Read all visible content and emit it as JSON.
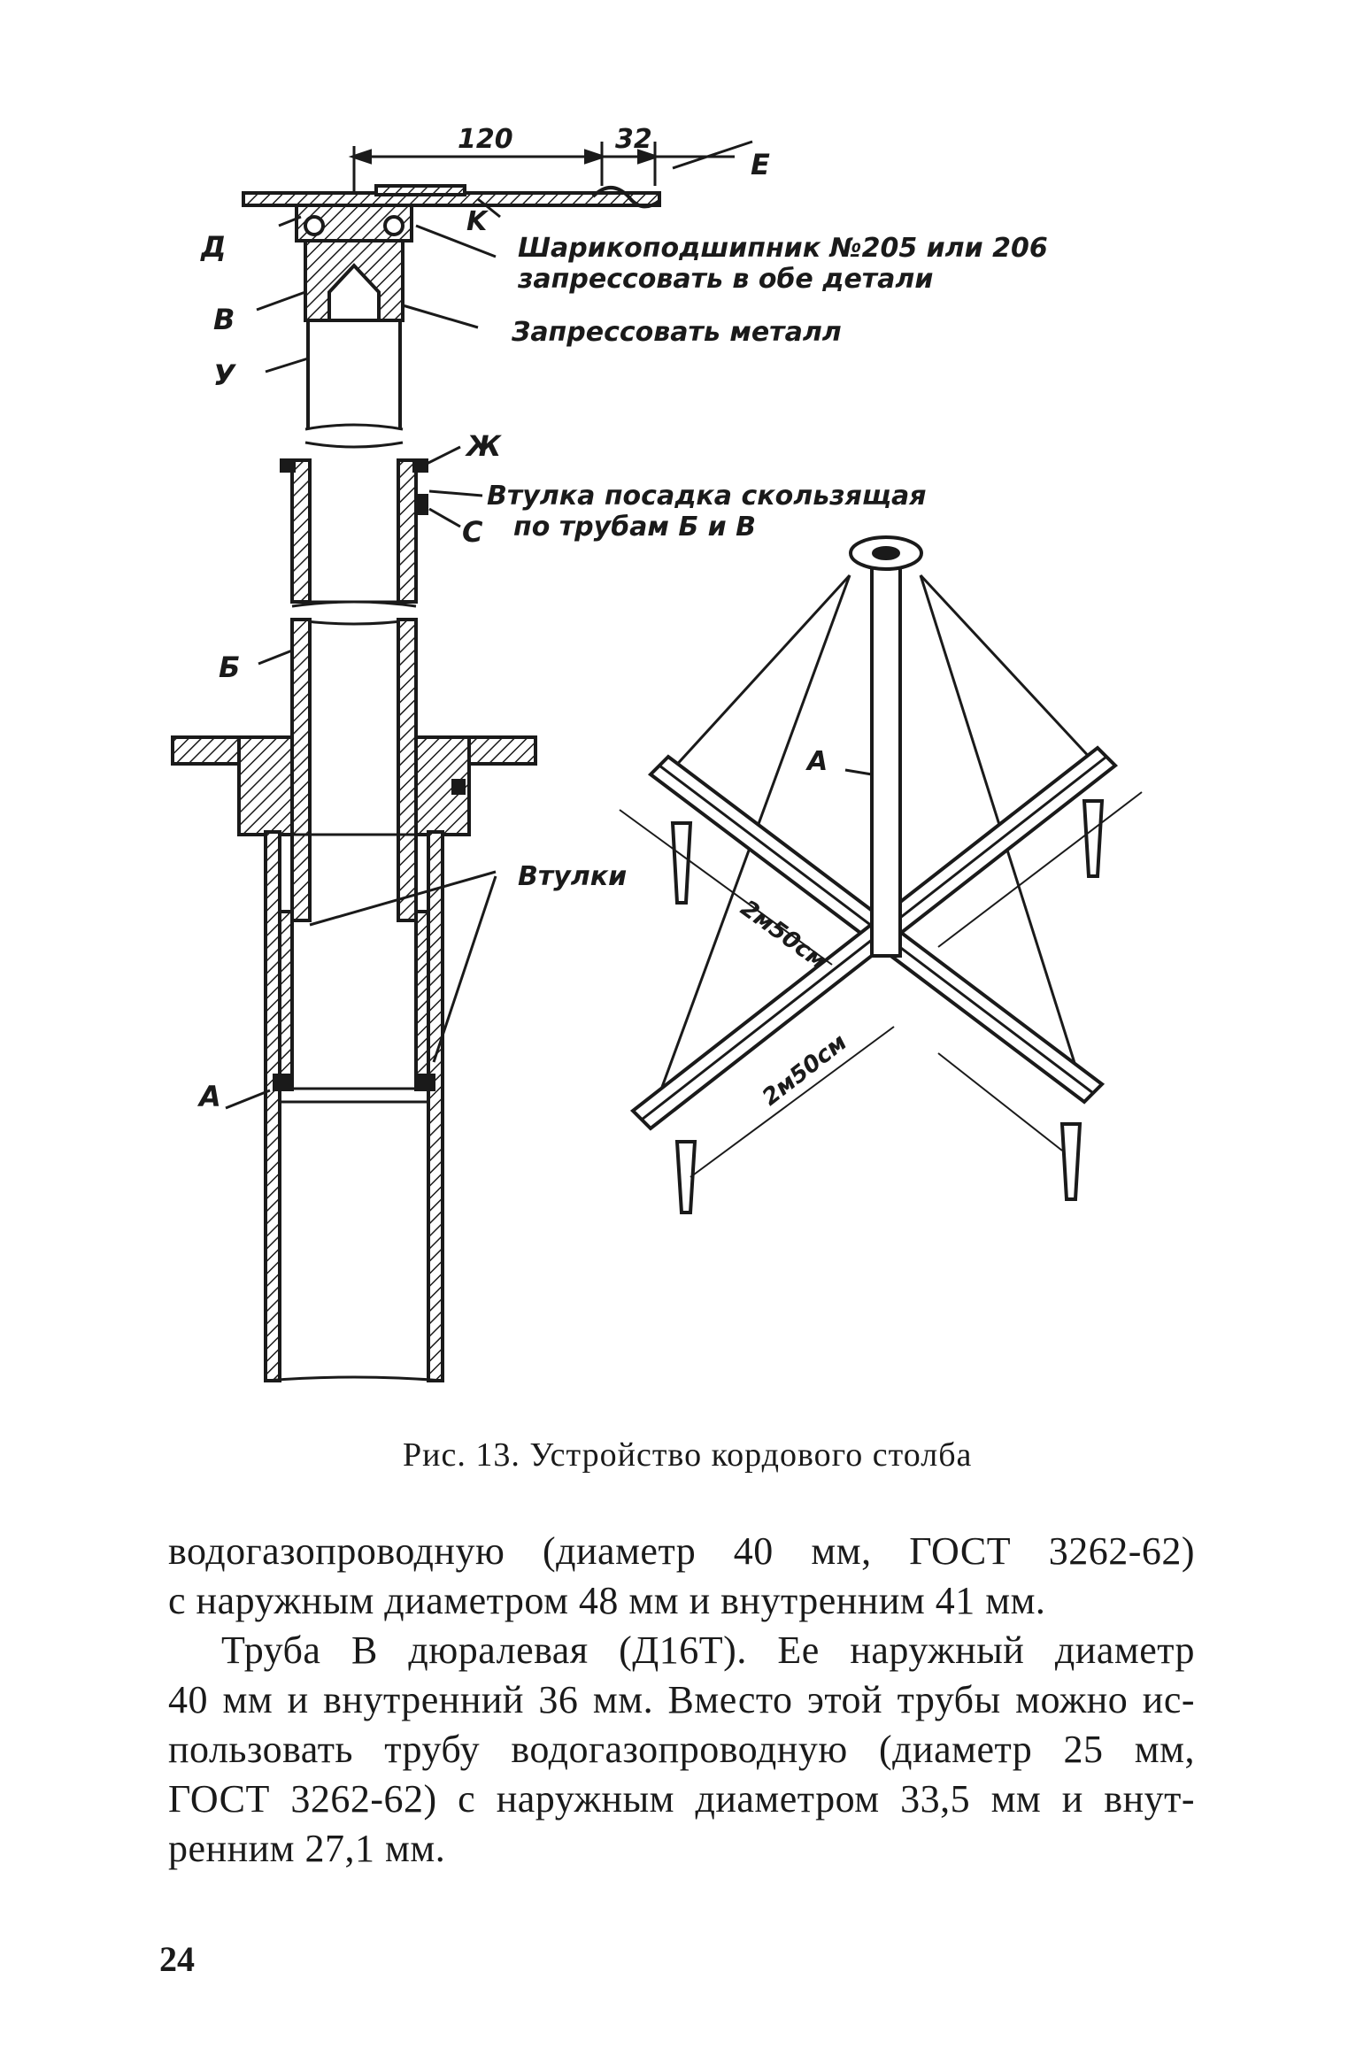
{
  "figure": {
    "dimensions": {
      "d120": "120",
      "d32": "32"
    },
    "labels": {
      "E": "E",
      "K": "K",
      "D": "Д",
      "V": "В",
      "U": "У",
      "Zh": "Ж",
      "S": "С",
      "B": "Б",
      "A_left": "А",
      "A_right": "А",
      "bearing_1": "Шарикоподшипник №205 или 206",
      "bearing_2": "запрессовать в обе детали",
      "press_metal": "Запрессовать металл",
      "sleeve_1": "Втулка посадка скользящая",
      "sleeve_2": "по трубам Б и В",
      "bushings": "Втулки",
      "span_1": "2м50см",
      "span_2": "2м50см"
    }
  },
  "caption": "Рис. 13. Устройство кордового столба",
  "paragraph1": [
    "водогазопроводную (диаметр 40 мм, ГОСТ 3262-62)",
    "с наружным диаметром 48 мм и внутренним 41 мм."
  ],
  "paragraph2": [
    "Труба В дюралевая (Д16Т). Ее наружный диаметр",
    "40 мм и внутренний 36 мм. Вместо этой трубы можно ис-",
    "пользовать трубу водогазопроводную (диаметр 25 мм,",
    "ГОСТ 3262-62) с наружным диаметром 33,5 мм и внут-",
    "ренним 27,1 мм."
  ],
  "page_number": "24"
}
